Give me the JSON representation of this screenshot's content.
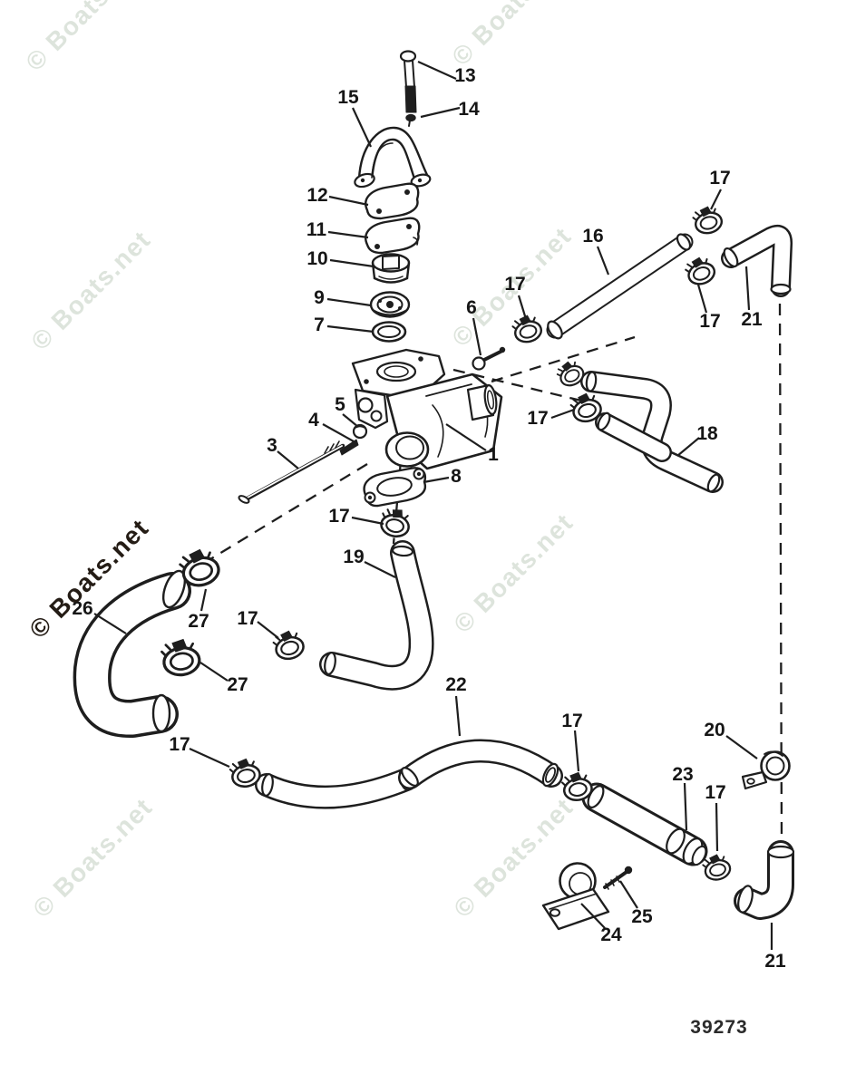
{
  "watermark": {
    "text": "© Boats.net"
  },
  "colors": {
    "background": "#ffffff",
    "ink": "#1e1e1e",
    "watermark_faint": "#dde4dc",
    "watermark_dark": "#241c15"
  },
  "diagram": {
    "number": "39273",
    "callouts": [
      {
        "label": "13"
      },
      {
        "label": "14"
      },
      {
        "label": "15"
      },
      {
        "label": "12"
      },
      {
        "label": "11"
      },
      {
        "label": "10"
      },
      {
        "label": "9"
      },
      {
        "label": "7"
      },
      {
        "label": "6"
      },
      {
        "label": "17"
      },
      {
        "label": "16"
      },
      {
        "label": "17"
      },
      {
        "label": "17"
      },
      {
        "label": "21"
      },
      {
        "label": "1"
      },
      {
        "label": "5"
      },
      {
        "label": "4"
      },
      {
        "label": "3"
      },
      {
        "label": "8"
      },
      {
        "label": "17"
      },
      {
        "label": "19"
      },
      {
        "label": "17"
      },
      {
        "label": "18"
      },
      {
        "label": "26"
      },
      {
        "label": "27"
      },
      {
        "label": "27"
      },
      {
        "label": "17"
      },
      {
        "label": "17"
      },
      {
        "label": "22"
      },
      {
        "label": "17"
      },
      {
        "label": "23"
      },
      {
        "label": "17"
      },
      {
        "label": "20"
      },
      {
        "label": "24"
      },
      {
        "label": "25"
      },
      {
        "label": "21"
      }
    ]
  }
}
